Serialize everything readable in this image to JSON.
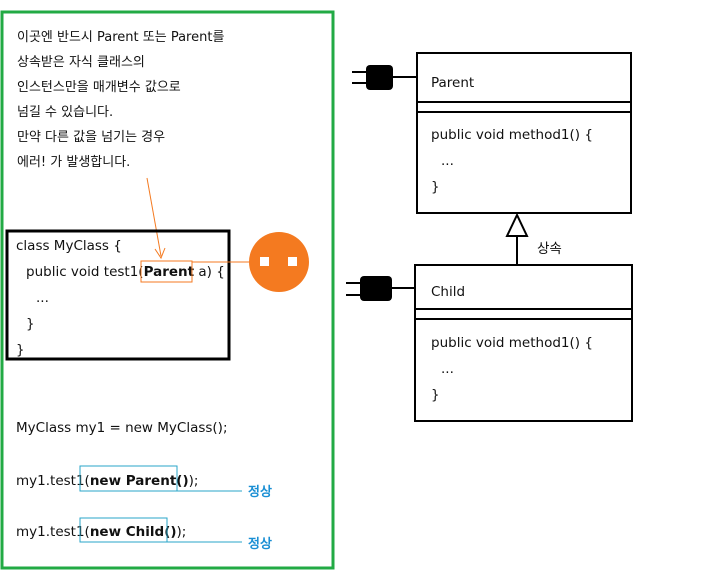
{
  "note": {
    "lines": [
      "이곳엔 반드시 Parent 또는 Parent를",
      "상속받은 자식 클래스의",
      "인스턴스만을 매개변수 값으로",
      "넘길 수 있습니다.",
      "만약 다른 값을 넘기는 경우",
      "에러! 가 발생합니다."
    ]
  },
  "code_box": {
    "line1": "class MyClass {",
    "line2_pre": "public void test1(",
    "param_type": "Parent",
    "line2_post": " a) {",
    "line3": "...",
    "line4": "}",
    "line5": "}"
  },
  "statements": {
    "decl": "MyClass my1 = new MyClass();",
    "call1_pre": "my1.test1(",
    "call1_arg": "new Parent()",
    "call1_post": ");",
    "call1_result": "정상",
    "call2_pre": "my1.test1(",
    "call2_arg": "new Child()",
    "call2_post": ");",
    "call2_result": "정상"
  },
  "uml": {
    "parent": {
      "name": "Parent",
      "method": "public void method1() {",
      "body": "...",
      "close": "}"
    },
    "child": {
      "name": "Child",
      "method": "public void method1() {",
      "body": "...",
      "close": "}"
    },
    "inheritance_label": "상속"
  },
  "colors": {
    "panel_border": "#22aa44",
    "callout": "#f47a20",
    "highlight_box": "#2aa6c8",
    "ok_text": "#1a8fd4"
  }
}
